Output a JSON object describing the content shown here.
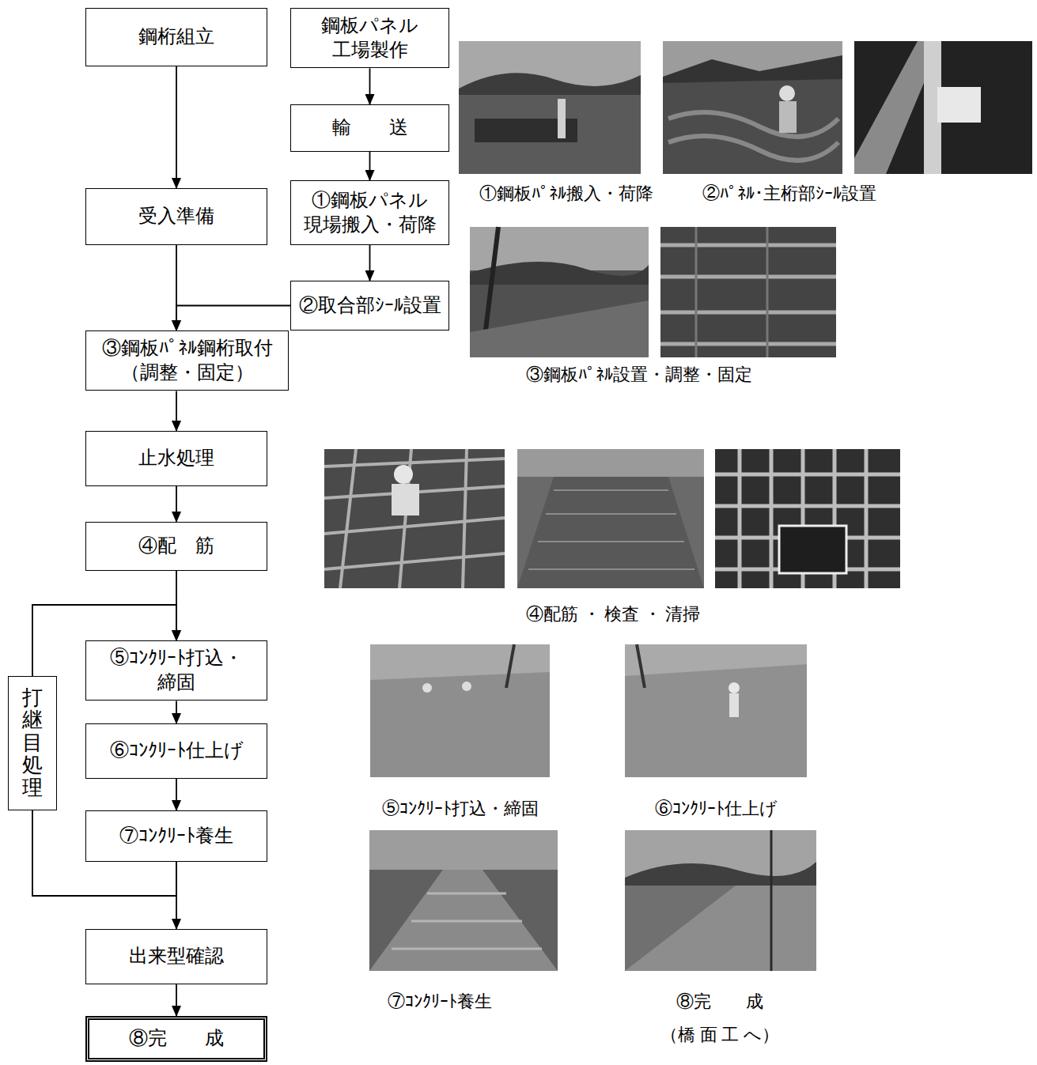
{
  "diagram": {
    "nodes": [
      {
        "text": [
          "鋼桁組立"
        ]
      },
      {
        "text": [
          "鋼板パネル 工場製作"
        ]
      },
      {
        "text": [
          "輸　　送"
        ]
      },
      {
        "text": [
          "受入準備"
        ]
      },
      {
        "text": [
          "①鋼板パネル 現場搬入・荷降"
        ]
      },
      {
        "text": [
          "②取合部ｼｰﾙ設置"
        ]
      },
      {
        "text": [
          "③鋼板ﾊﾟﾈﾙ鋼桁取付 （調整・固定）"
        ]
      },
      {
        "text": [
          "止水処理"
        ]
      },
      {
        "text": [
          "④配　筋"
        ]
      },
      {
        "text": [
          "⑤ｺﾝｸﾘｰﾄ打込・締固"
        ]
      },
      {
        "text": [
          "⑥ｺﾝｸﾘｰﾄ仕上げ"
        ]
      },
      {
        "text": [
          "⑦ｺﾝｸﾘｰﾄ養生"
        ]
      },
      {
        "text": [
          "出来型確認"
        ]
      },
      {
        "text": [
          "⑧完　　成"
        ]
      },
      {
        "text": [
          "打継目処理"
        ]
      }
    ],
    "edges": [
      {
        "from": 0,
        "to": 3,
        "arrow": "to"
      },
      {
        "from": 1,
        "to": 2,
        "arrow": "to"
      },
      {
        "from": 2,
        "to": 4,
        "arrow": "to"
      },
      {
        "from": 4,
        "to": 5,
        "arrow": "to"
      },
      {
        "from": 5,
        "to": 6,
        "arrow": "to"
      },
      {
        "from": 3,
        "to": 6,
        "arrow": "to"
      },
      {
        "from": 6,
        "to": 7,
        "arrow": "to"
      },
      {
        "from": 7,
        "to": 8,
        "arrow": "to"
      },
      {
        "from": 8,
        "to": 9,
        "arrow": "to"
      },
      {
        "from": 9,
        "to": 10,
        "arrow": "to"
      },
      {
        "from": 10,
        "to": 11,
        "arrow": "to"
      },
      {
        "from": 11,
        "to": 12,
        "arrow": "to"
      },
      {
        "from": 12,
        "to": 13,
        "arrow": "to"
      },
      {
        "from": 11,
        "to": 14,
        "arrow": "none"
      },
      {
        "from": 14,
        "to": 9,
        "arrow": "to"
      }
    ],
    "labels": [
      "①鋼板ﾊﾟﾈﾙ搬入・荷降",
      "②ﾊﾟﾈﾙ・主桁部ｼｰﾙ設置",
      "③鋼板ﾊﾟﾈﾙ設置・調整・固定",
      "④配筋 ・ 検査 ・ 清掃",
      "⑤ｺﾝｸﾘｰﾄ打込・締固",
      "⑥ｺﾝｸﾘｰﾄ仕上げ",
      "⑦ｺﾝｸﾘｰﾄ養生",
      "⑧完　　成",
      "（橋 面 工 へ）"
    ]
  }
}
